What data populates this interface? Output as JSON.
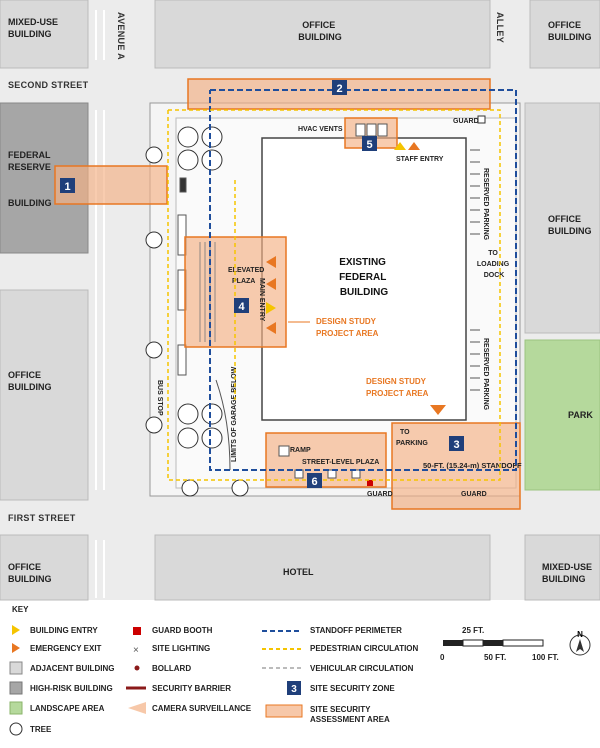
{
  "colors": {
    "adjacent": "#d9d9d9",
    "high_risk": "#a6a6a6",
    "landscape": "#b5d99c",
    "zone_fill": "#f4b084",
    "zone_stroke": "#e87722",
    "perimeter": "#1f4e9c",
    "pedestrian": "#f5c400",
    "zone_badge": "#1f3f7a"
  },
  "buildings": {
    "mixed_use_tl": [
      "MIXED-USE",
      "BUILDING"
    ],
    "office_top": [
      "OFFICE",
      "BUILDING"
    ],
    "office_tr": [
      "OFFICE",
      "BUILDING"
    ],
    "federal_reserve": [
      "FEDERAL",
      "RESERVE",
      "BUILDING"
    ],
    "office_right": [
      "OFFICE",
      "BUILDING"
    ],
    "office_left": [
      "OFFICE",
      "BUILDING"
    ],
    "park": "PARK",
    "office_bl": [
      "OFFICE",
      "BUILDING"
    ],
    "hotel": "HOTEL",
    "mixed_use_br": [
      "MIXED-USE",
      "BUILDING"
    ],
    "existing_federal": [
      "EXISTING",
      "FEDERAL",
      "BUILDING"
    ]
  },
  "streets": {
    "avenue_a": "AVENUE A",
    "alley": "ALLEY",
    "second_street": "SECOND STREET",
    "first_street": "FIRST STREET"
  },
  "site_labels": {
    "hvac_vents": "HVAC VENTS",
    "staff_entry": "STAFF ENTRY",
    "guard_top": "GUARD",
    "reserved_parking_1": "RESERVED PARKING",
    "reserved_parking_2": "RESERVED PARKING",
    "to_loading_dock": [
      "TO",
      "LOADING",
      "DOCK"
    ],
    "elevated_plaza": [
      "ELEVATED",
      "PLAZA"
    ],
    "main_entry": "MAIN ENTRY",
    "design_study_left": [
      "DESIGN STUDY",
      "PROJECT AREA"
    ],
    "design_study_right": [
      "DESIGN STUDY",
      "PROJECT AREA"
    ],
    "bus_stop": "BUS STOP",
    "limits_garage": "LIMITS OF GARAGE BELOW",
    "to_parking": [
      "TO",
      "PARKING"
    ],
    "standoff": "50-FT. (15.24-m) STANDOFF",
    "ramp": "RAMP",
    "street_level_plaza": "STREET-LEVEL PLAZA",
    "guard_bottom": "GUARD",
    "guard_br": "GUARD"
  },
  "zones": [
    "1",
    "2",
    "3",
    "4",
    "5",
    "6"
  ],
  "key": {
    "title": "KEY",
    "col1": [
      "BUILDING ENTRY",
      "EMERGENCY EXIT",
      "ADJACENT BUILDING",
      "HIGH-RISK BUILDING",
      "LANDSCAPE AREA",
      "TREE"
    ],
    "col2": [
      "GUARD BOOTH",
      "SITE LIGHTING",
      "BOLLARD",
      "SECURITY BARRIER",
      "CAMERA SURVEILLANCE"
    ],
    "col3": [
      "STANDOFF PERIMETER",
      "PEDESTRIAN CIRCULATION",
      "VEHICULAR CIRCULATION",
      "SITE SECURITY ZONE",
      "SITE SECURITY",
      "ASSESSMENT AREA"
    ],
    "zone_sample": "3"
  },
  "scale": {
    "top_label": "25 FT.",
    "ticks": [
      "0",
      "50 FT.",
      "100 FT."
    ]
  },
  "north": "N"
}
